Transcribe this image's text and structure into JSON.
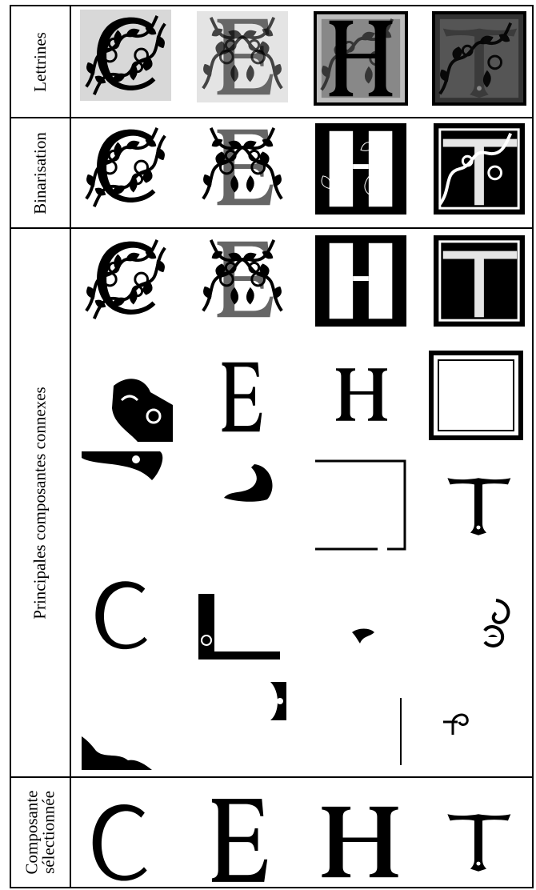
{
  "row_labels": {
    "lettrines": "Lettrines",
    "binarisation": "Binarisation",
    "composantes": "Principales composantes connexes",
    "selectionnee": "Composante\nsélectionnée"
  },
  "columns": [
    {
      "letter": "C"
    },
    {
      "letter": "E"
    },
    {
      "letter": "H"
    },
    {
      "letter": "T"
    }
  ],
  "colors": {
    "ink": "#000000",
    "paper": "#ffffff",
    "scan_bg": "#d8d8d8"
  }
}
